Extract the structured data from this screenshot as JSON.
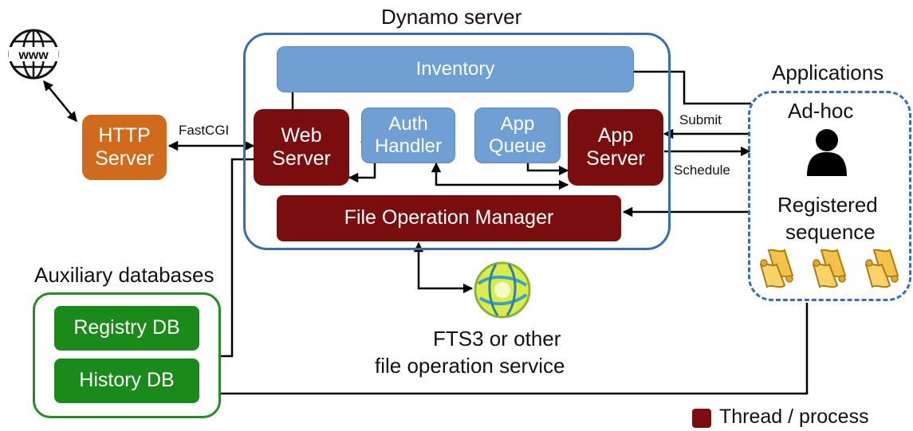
{
  "title": "Dynamo server",
  "components": {
    "inventory": "Inventory",
    "web_server": [
      "Web",
      "Server"
    ],
    "auth_handler": [
      "Auth",
      "Handler"
    ],
    "app_queue": [
      "App",
      "Queue"
    ],
    "app_server": [
      "App",
      "Server"
    ],
    "file_op_manager": "File Operation Manager",
    "http_server": [
      "HTTP",
      "Server"
    ]
  },
  "applications": {
    "title": "Applications",
    "adhoc": "Ad-hoc",
    "registered": [
      "Registered",
      "sequence"
    ]
  },
  "auxiliary": {
    "title": "Auxiliary databases",
    "registry_db": "Registry DB",
    "history_db": "History DB"
  },
  "edges": {
    "fastcgi": "FastCGI",
    "submit": "Submit",
    "schedule": "Schedule"
  },
  "fts": [
    "FTS3 or other",
    "file operation service"
  ],
  "legend": {
    "label": "Thread / process",
    "color": "#7a0d0d"
  },
  "icons": {
    "www": "globe-www-icon",
    "user": "user-silhouette-icon",
    "scroll": "scroll-icon",
    "fts": "fts-globe-icon"
  },
  "colors": {
    "thread": "#7a0d0d",
    "component": "#6f9fd3",
    "database": "#1a8a1a",
    "http": "#d06a1c",
    "server_border": "#3a6db0",
    "db_border": "#2a8a2a"
  }
}
